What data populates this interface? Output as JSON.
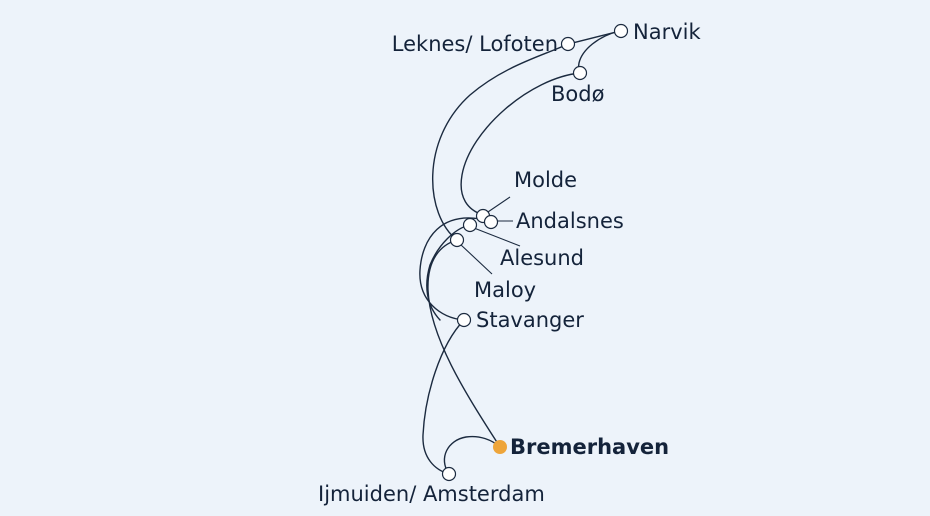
{
  "map": {
    "background_color": "#edf3fa",
    "line_color": "#1b2a3f",
    "home_port_color": "#eea53a",
    "home_port": "Bremerhaven",
    "ports": [
      {
        "key": "narvik",
        "name": "Narvik"
      },
      {
        "key": "leknes",
        "name": "Leknes/ Lofoten"
      },
      {
        "key": "bodo",
        "name": "Bodø"
      },
      {
        "key": "molde",
        "name": "Molde"
      },
      {
        "key": "andalsnes",
        "name": "Andalsnes"
      },
      {
        "key": "alesund",
        "name": "Alesund"
      },
      {
        "key": "maloy",
        "name": "Maloy"
      },
      {
        "key": "stavanger",
        "name": "Stavanger"
      },
      {
        "key": "bremerhaven",
        "name": "Bremerhaven"
      },
      {
        "key": "ijmuiden",
        "name": "Ijmuiden/ Amsterdam"
      }
    ]
  }
}
